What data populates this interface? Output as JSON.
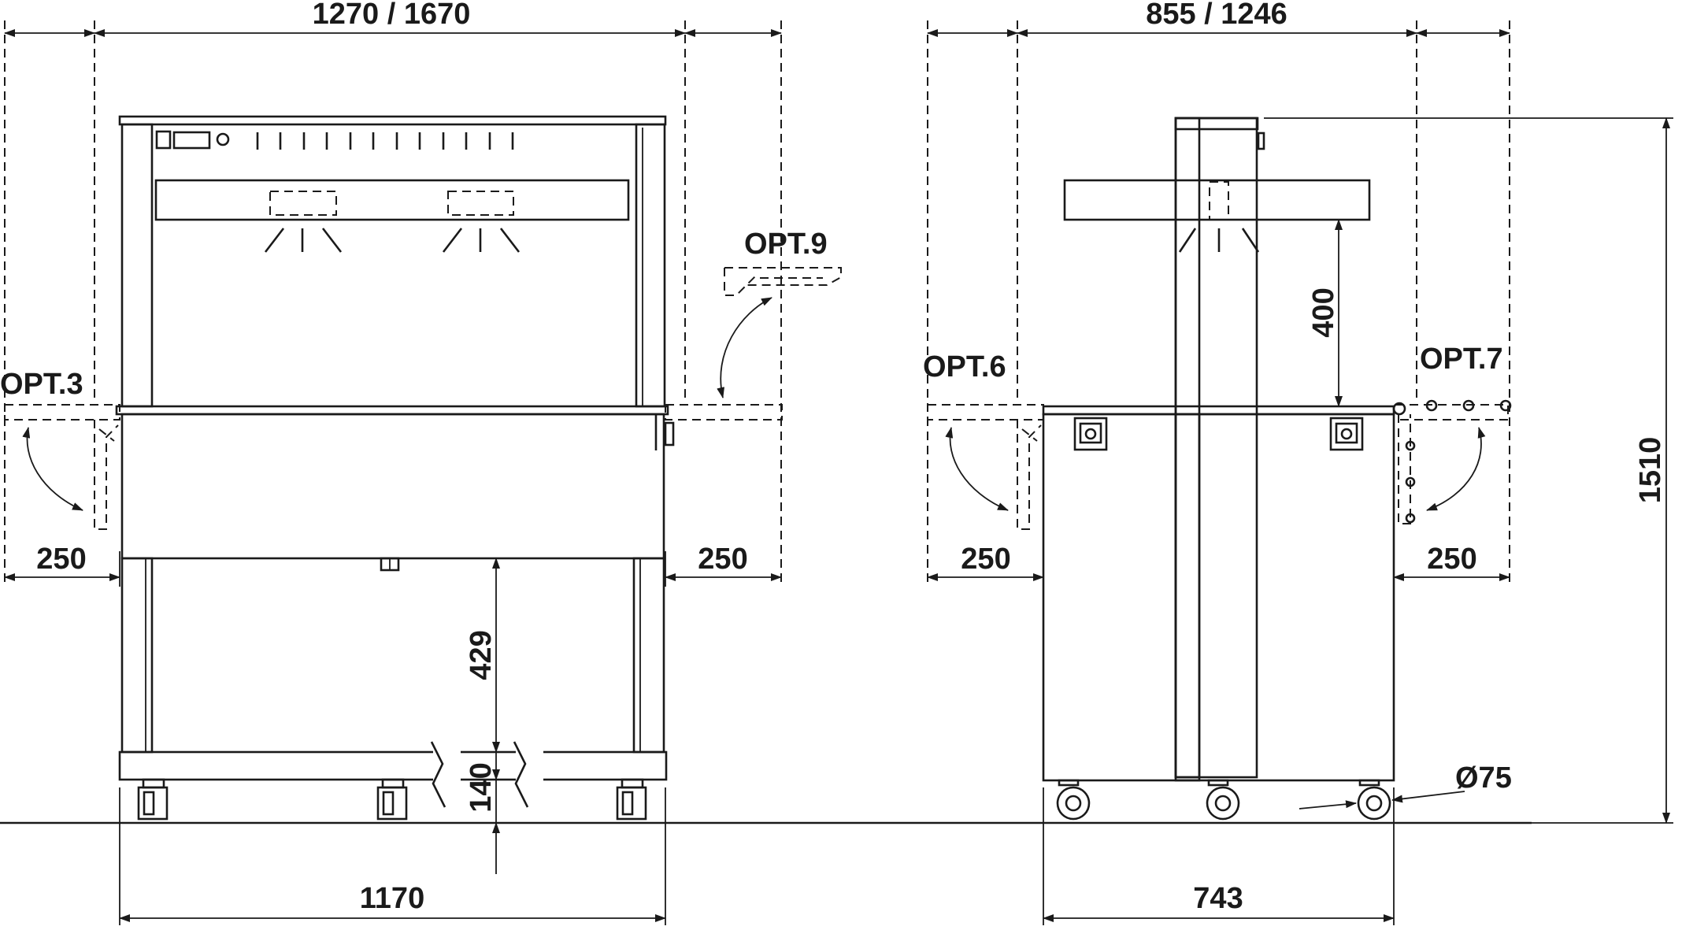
{
  "dimensions": {
    "front_width": "1270 / 1670",
    "side_width": "855 / 1246",
    "front_shelf_left": "250",
    "front_shelf_right": "250",
    "side_shelf_left": "250",
    "side_shelf_right": "250",
    "gantry_height": "400",
    "total_height": "1510",
    "under_clearance": "429",
    "bottom_clearance": "140",
    "front_base_width": "1170",
    "side_base_width": "743",
    "caster_diameter": "Ø75"
  },
  "options": {
    "opt3": "OPT.3",
    "opt9": "OPT.9",
    "opt6": "OPT.6",
    "opt7": "OPT.7"
  }
}
